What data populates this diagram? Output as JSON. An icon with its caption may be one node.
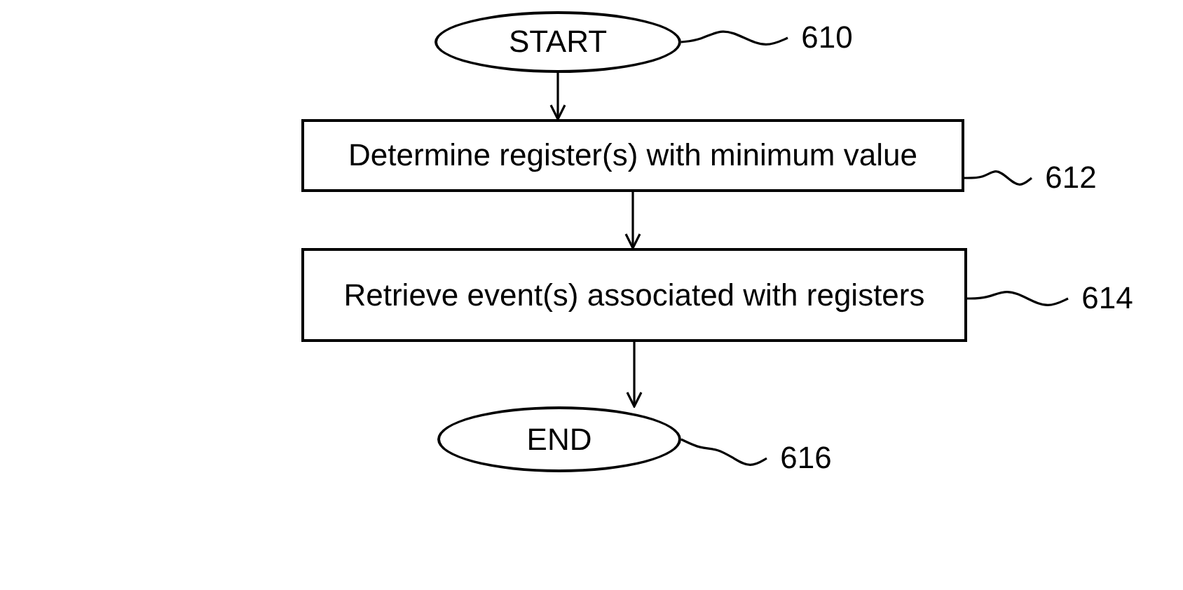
{
  "diagram": {
    "nodes": [
      {
        "text": [
          "START"
        ]
      },
      {
        "text": [
          "Determine register(s) with minimum value"
        ]
      },
      {
        "text": [
          "Retrieve event(s) associated with registers"
        ]
      },
      {
        "text": [
          "END"
        ]
      },
      {
        "text": [
          "610"
        ]
      },
      {
        "text": [
          "612"
        ]
      },
      {
        "text": [
          "614"
        ]
      },
      {
        "text": [
          "616"
        ]
      }
    ],
    "edges": [
      {
        "from": 0,
        "to": 1,
        "arrow": "to"
      },
      {
        "from": 1,
        "to": 2,
        "arrow": "to"
      },
      {
        "from": 2,
        "to": 3,
        "arrow": "to"
      },
      {
        "from": 4,
        "to": 0,
        "arrow": "none"
      },
      {
        "from": 5,
        "to": 1,
        "arrow": "none"
      },
      {
        "from": 6,
        "to": 2,
        "arrow": "none"
      },
      {
        "from": 7,
        "to": 3,
        "arrow": "none"
      }
    ]
  }
}
